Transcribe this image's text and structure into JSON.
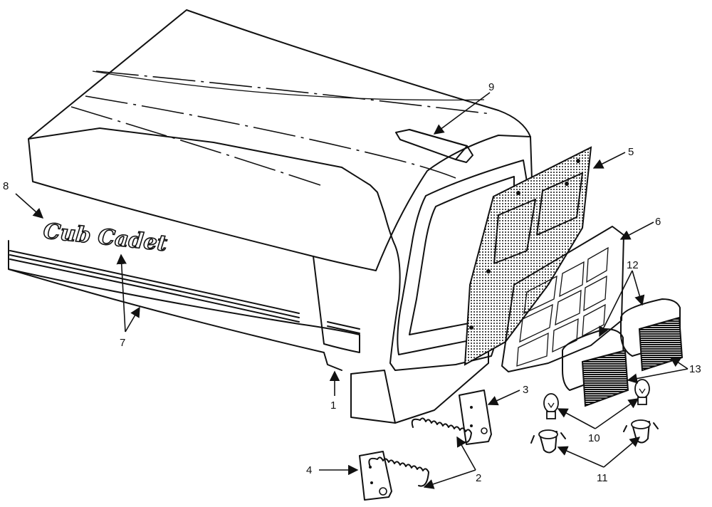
{
  "diagram": {
    "brand_text": "Cub Cadet",
    "callouts": {
      "c1": "1",
      "c2": "2",
      "c3": "3",
      "c4": "4",
      "c5": "5",
      "c6": "6",
      "c7": "7",
      "c8": "8",
      "c9": "9",
      "c10": "10",
      "c11": "11",
      "c12": "12",
      "c13": "13"
    },
    "colors": {
      "ink": "#111111",
      "paper": "#ffffff"
    }
  }
}
